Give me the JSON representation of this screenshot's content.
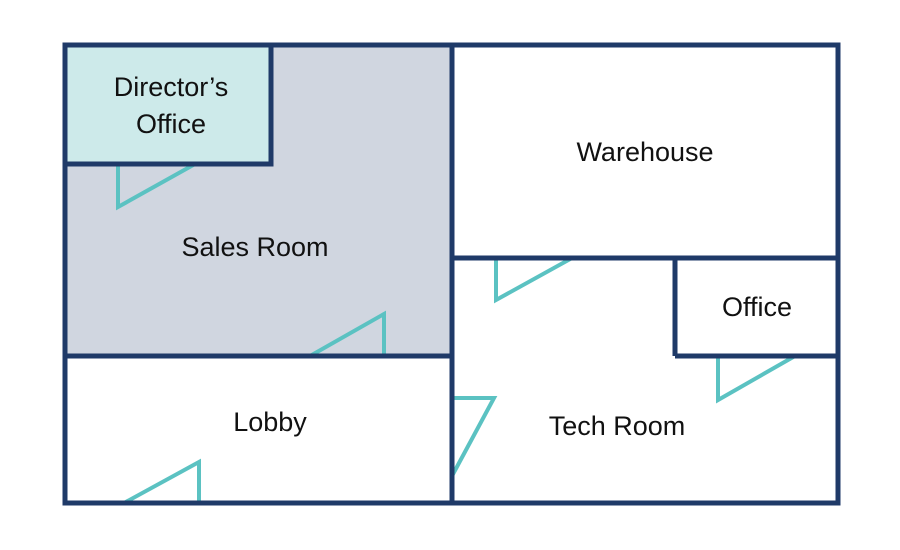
{
  "colors": {
    "wall": "#1f3a68",
    "door_swing": "#5bc2c2",
    "sales_room_fill": "#d0d6e0",
    "directors_office_fill": "#cdeaea",
    "default_room_fill": "#ffffff"
  },
  "rooms": {
    "directors_office": {
      "line1": "Director’s",
      "line2": "Office"
    },
    "sales_room": {
      "label": "Sales Room"
    },
    "warehouse": {
      "label": "Warehouse"
    },
    "office": {
      "label": "Office"
    },
    "lobby": {
      "label": "Lobby"
    },
    "tech_room": {
      "label": "Tech Room"
    }
  }
}
